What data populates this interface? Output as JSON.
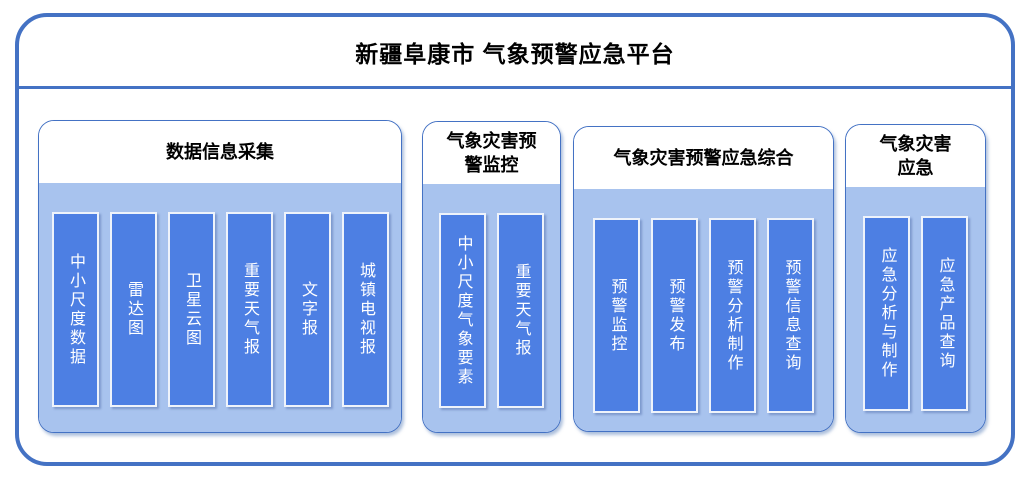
{
  "title": "新疆阜康市 气象预警应急平台",
  "colors": {
    "outline_blue": "#4472c4",
    "panel_light_blue": "#a8c3ee",
    "bar_blue": "#4d7fe3",
    "bar_border_white": "#eef3fb",
    "title_text": "#000000",
    "bar_text": "#ffffff"
  },
  "groups": [
    {
      "header": "数据信息采集",
      "bars": [
        "中小尺度数据",
        "雷达图",
        "卫星云图",
        "重要天气报",
        "文字报",
        "城镇电视报"
      ]
    },
    {
      "header": "气象灾害预\n警监控",
      "bars": [
        "中小尺度气象要素",
        "重要天气报"
      ]
    },
    {
      "header": "气象灾害预警应急综合",
      "bars": [
        "预警监控",
        "预警发布",
        "预警分析制作",
        "预警信息查询"
      ]
    },
    {
      "header": "气象灾害\n应急",
      "bars": [
        "应急分析与制作",
        "应急产品查询"
      ]
    }
  ]
}
